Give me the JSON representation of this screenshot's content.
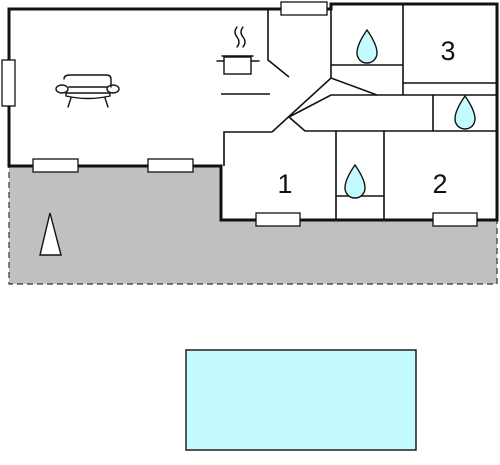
{
  "plan": {
    "rooms": [
      {
        "id": "bedroom-1",
        "label": "1"
      },
      {
        "id": "bedroom-2",
        "label": "2"
      },
      {
        "id": "bedroom-3",
        "label": "3"
      }
    ],
    "icons": {
      "living": "sofa-icon",
      "kitchen": "cooking-pot-icon",
      "bathroom": "water-drop-icon",
      "terrace": "triangle-marker-icon",
      "pool": "swimming-pool"
    },
    "colors": {
      "wall": "#111111",
      "terrace": "#c0c0c0",
      "pool": "#c4fbff",
      "water_drop": "#c4fbff",
      "window": "#ffffff"
    }
  }
}
